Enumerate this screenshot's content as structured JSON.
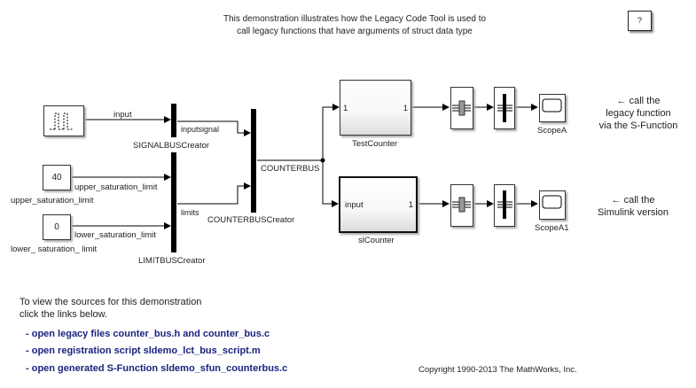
{
  "header": {
    "line1": "This demonstration illustrates how the Legacy Code Tool is used to",
    "line2": "call legacy functions that have arguments of struct data type",
    "help_label": "?"
  },
  "blocks": {
    "signal_source": {
      "label": "",
      "icon": "signal-builder-icon"
    },
    "const_upper": {
      "value": "40",
      "label": "upper_saturation_limit"
    },
    "const_lower": {
      "value": "0",
      "label": "lower_ saturation_ limit"
    },
    "signal_bus_creator": {
      "label": "SIGNALBUSCreator"
    },
    "limit_bus_creator": {
      "label": "LIMITBUSCreator"
    },
    "counter_bus_creator": {
      "label": "COUNTERBUSCreator"
    },
    "test_counter": {
      "label": "TestCounter",
      "in_port": "1",
      "out_port": "1"
    },
    "sl_counter": {
      "label": "slCounter",
      "in_port": "input",
      "out_port": "1"
    },
    "scope_a": {
      "label": "ScopeA"
    },
    "scope_a1": {
      "label": "ScopeA1"
    }
  },
  "signals": {
    "input": "input",
    "upper": "upper_saturation_limit",
    "lower": "lower_saturation_limit",
    "inputsignal": "inputsignal",
    "limits": "limits",
    "counterbus": "COUNTERBUS"
  },
  "notes": {
    "sfun": [
      "← call the",
      "legacy function",
      "via the S-Function"
    ],
    "simulink": [
      "← call the",
      "Simulink version"
    ]
  },
  "info": {
    "line1": "To view the sources for this demonstration",
    "line2": "click the links below.",
    "links": [
      "- open legacy files counter_bus.h and counter_bus.c",
      "- open registration script sldemo_lct_bus_script.m",
      "- open generated S-Function sldemo_sfun_counterbus.c"
    ]
  },
  "copyright": "Copyright 1990-2013 The MathWorks, Inc."
}
